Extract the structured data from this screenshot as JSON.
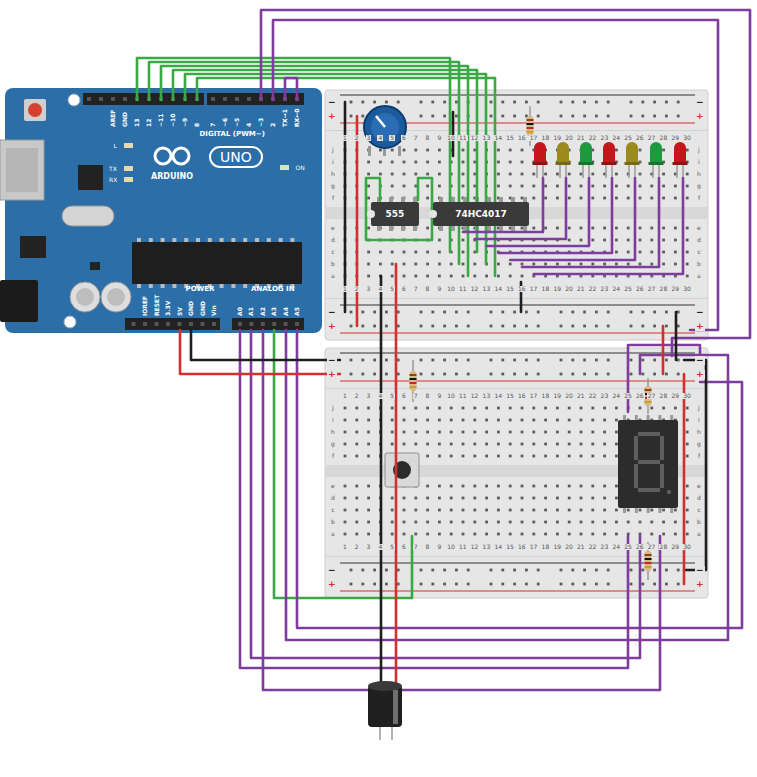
{
  "diagram": {
    "nodes": [
      {
        "text": [
          "555"
        ]
      },
      {
        "text": [
          "74HC4017"
        ]
      }
    ],
    "labels": [
      "AREF",
      "GND",
      "13",
      "12",
      "~11",
      "~10",
      "~9",
      "8",
      "7",
      "~6",
      "~5",
      "4",
      "~3",
      "2",
      "TX→1",
      "RX←0",
      "DIGITAL (PWM~)",
      "L",
      "TX",
      "RX",
      "UNO",
      "ARDUINO",
      "ON",
      "IOREF",
      "RESET",
      "3.3V",
      "5V",
      "GND",
      "GND",
      "Vin",
      "POWER",
      "ANALOG IN",
      "A0",
      "A1",
      "A2",
      "A3",
      "A4",
      "A5",
      "1",
      "2",
      "3",
      "4",
      "5",
      "6",
      "7",
      "8",
      "9",
      "10",
      "11",
      "12",
      "13",
      "14",
      "15",
      "16",
      "17",
      "18",
      "19",
      "20",
      "21",
      "22",
      "23",
      "24",
      "25",
      "26",
      "27",
      "28",
      "29",
      "30",
      "1",
      "2",
      "3",
      "4",
      "5",
      "6",
      "7",
      "8",
      "9",
      "10",
      "11",
      "12",
      "13",
      "14",
      "15",
      "16",
      "17",
      "18",
      "19",
      "20",
      "21",
      "22",
      "23",
      "24",
      "25",
      "26",
      "27",
      "28",
      "29",
      "30",
      "j",
      "i",
      "h",
      "g",
      "f",
      "e",
      "d",
      "c",
      "b",
      "a",
      "j",
      "i",
      "h",
      "g",
      "f",
      "e",
      "d",
      "c",
      "b",
      "a",
      "−",
      "+",
      "−",
      "+",
      "−",
      "+",
      "−",
      "+",
      "1",
      "2",
      "3",
      "4",
      "5",
      "6",
      "7",
      "8",
      "9",
      "10",
      "11",
      "12",
      "13",
      "14",
      "15",
      "16",
      "17",
      "18",
      "19",
      "20",
      "21",
      "22",
      "23",
      "24",
      "25",
      "26",
      "27",
      "28",
      "29",
      "30",
      "1",
      "2",
      "3",
      "4",
      "5",
      "6",
      "7",
      "8",
      "9",
      "10",
      "11",
      "12",
      "13",
      "14",
      "15",
      "16",
      "17",
      "18",
      "19",
      "20",
      "21",
      "22",
      "23",
      "24",
      "25",
      "26",
      "27",
      "28",
      "29",
      "30",
      "j",
      "i",
      "h",
      "g",
      "f",
      "e",
      "d",
      "c",
      "b",
      "a",
      "j",
      "i",
      "h",
      "g",
      "f",
      "e",
      "d",
      "c",
      "b",
      "a",
      "−",
      "+",
      "−",
      "+",
      "−",
      "+",
      "−",
      "+"
    ]
  }
}
